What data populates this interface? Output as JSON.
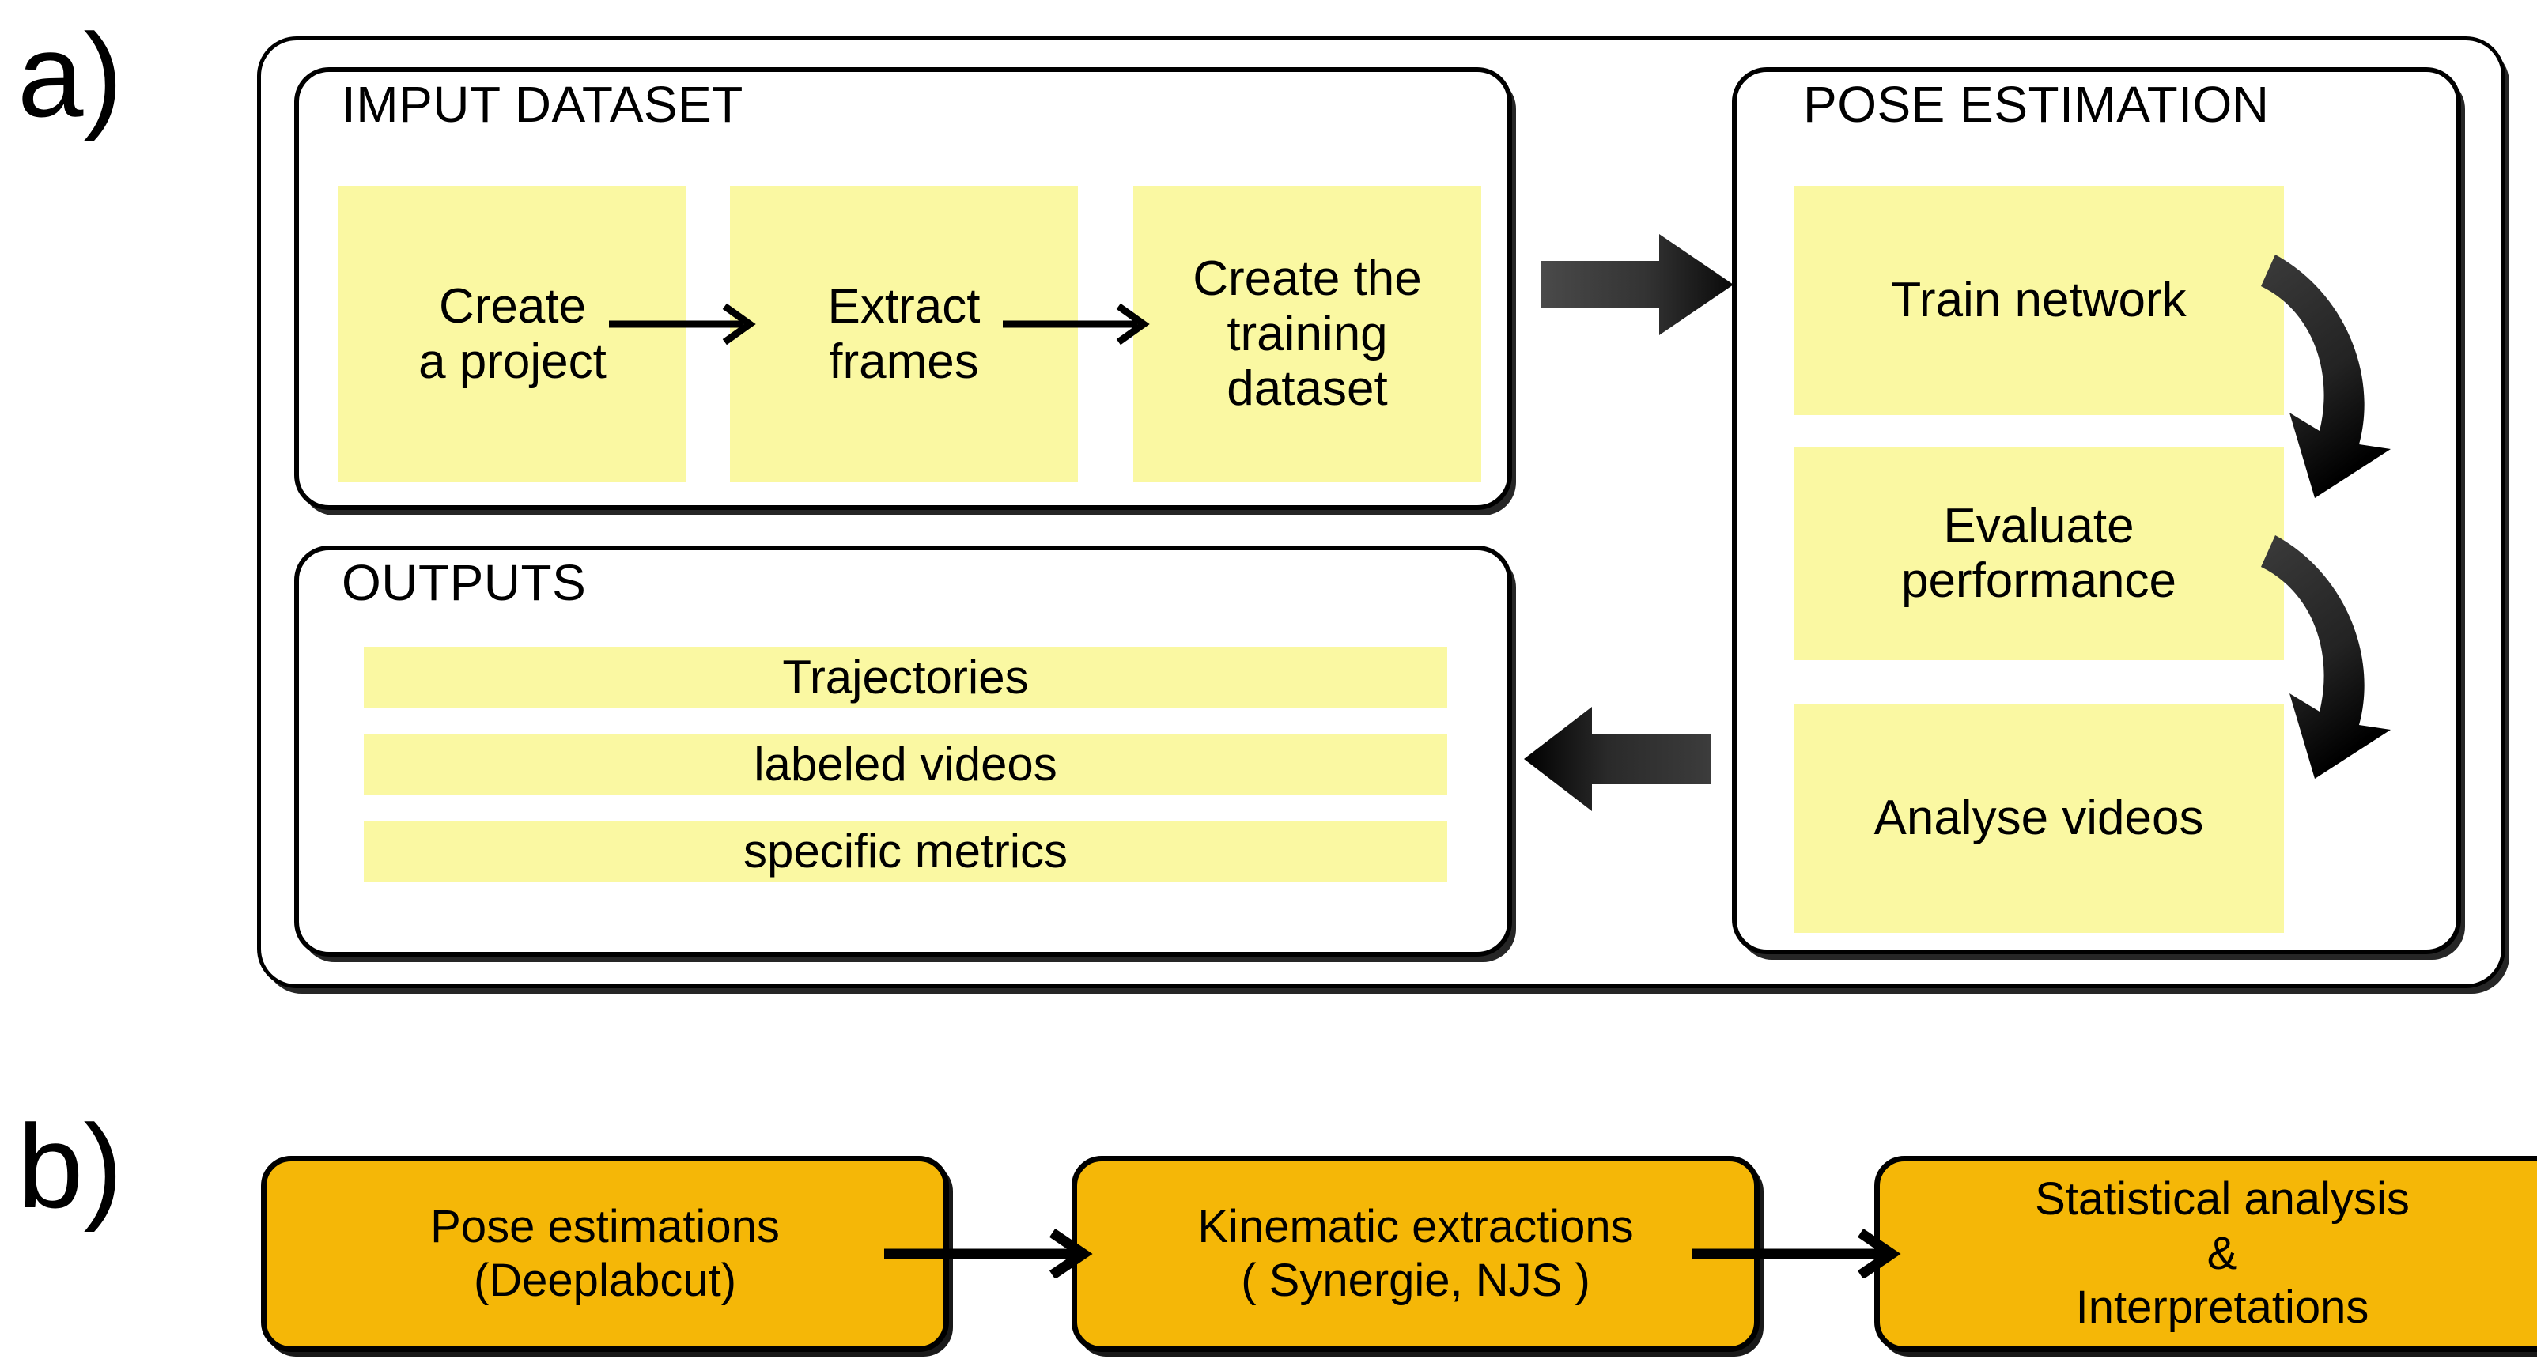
{
  "figure": {
    "panels": [
      {
        "letter": "a)"
      },
      {
        "letter": "b)"
      }
    ]
  },
  "panel_a": {
    "sections": {
      "input": {
        "title": "IMPUT DATASET",
        "steps": [
          {
            "label": "Create\na project"
          },
          {
            "label": "Extract\nframes"
          },
          {
            "label": "Create the\ntraining\ndataset"
          }
        ],
        "connectors": [
          {
            "name": "create-to-extract",
            "type": "thin-arrow-right"
          },
          {
            "name": "extract-to-training",
            "type": "thin-arrow-right"
          }
        ]
      },
      "pose": {
        "title": "POSE ESTIMATION",
        "steps": [
          {
            "label": "Train network"
          },
          {
            "label": "Evaluate\nperformance"
          },
          {
            "label": "Analyse videos"
          }
        ],
        "connectors": [
          {
            "name": "train-to-evaluate",
            "type": "curved-arrow-down"
          },
          {
            "name": "evaluate-to-analyse",
            "type": "curved-arrow-down"
          }
        ]
      },
      "outputs": {
        "title": "OUTPUTS",
        "items": [
          {
            "label": "Trajectories"
          },
          {
            "label": "labeled videos"
          },
          {
            "label": "specific metrics"
          }
        ]
      }
    },
    "connectors": [
      {
        "name": "input-to-pose",
        "type": "block-arrow-right"
      },
      {
        "name": "pose-to-outputs",
        "type": "block-arrow-left"
      }
    ]
  },
  "panel_b": {
    "steps": [
      {
        "label": "Pose estimations\n(Deeplabcut)"
      },
      {
        "label": "Kinematic extractions\n( Synergie, NJS )"
      },
      {
        "label": "Statistical analysis\n&\nInterpretations"
      }
    ],
    "connectors": [
      {
        "name": "pose-to-kinematic",
        "type": "thin-arrow-right"
      },
      {
        "name": "kinematic-to-statistical",
        "type": "thin-arrow-right"
      }
    ]
  },
  "colors": {
    "process_yellow": "#faf8a2",
    "process_orange": "#f5b707",
    "stroke": "#000000",
    "background": "#ffffff",
    "arrow_dark": "#2b2b2b"
  }
}
